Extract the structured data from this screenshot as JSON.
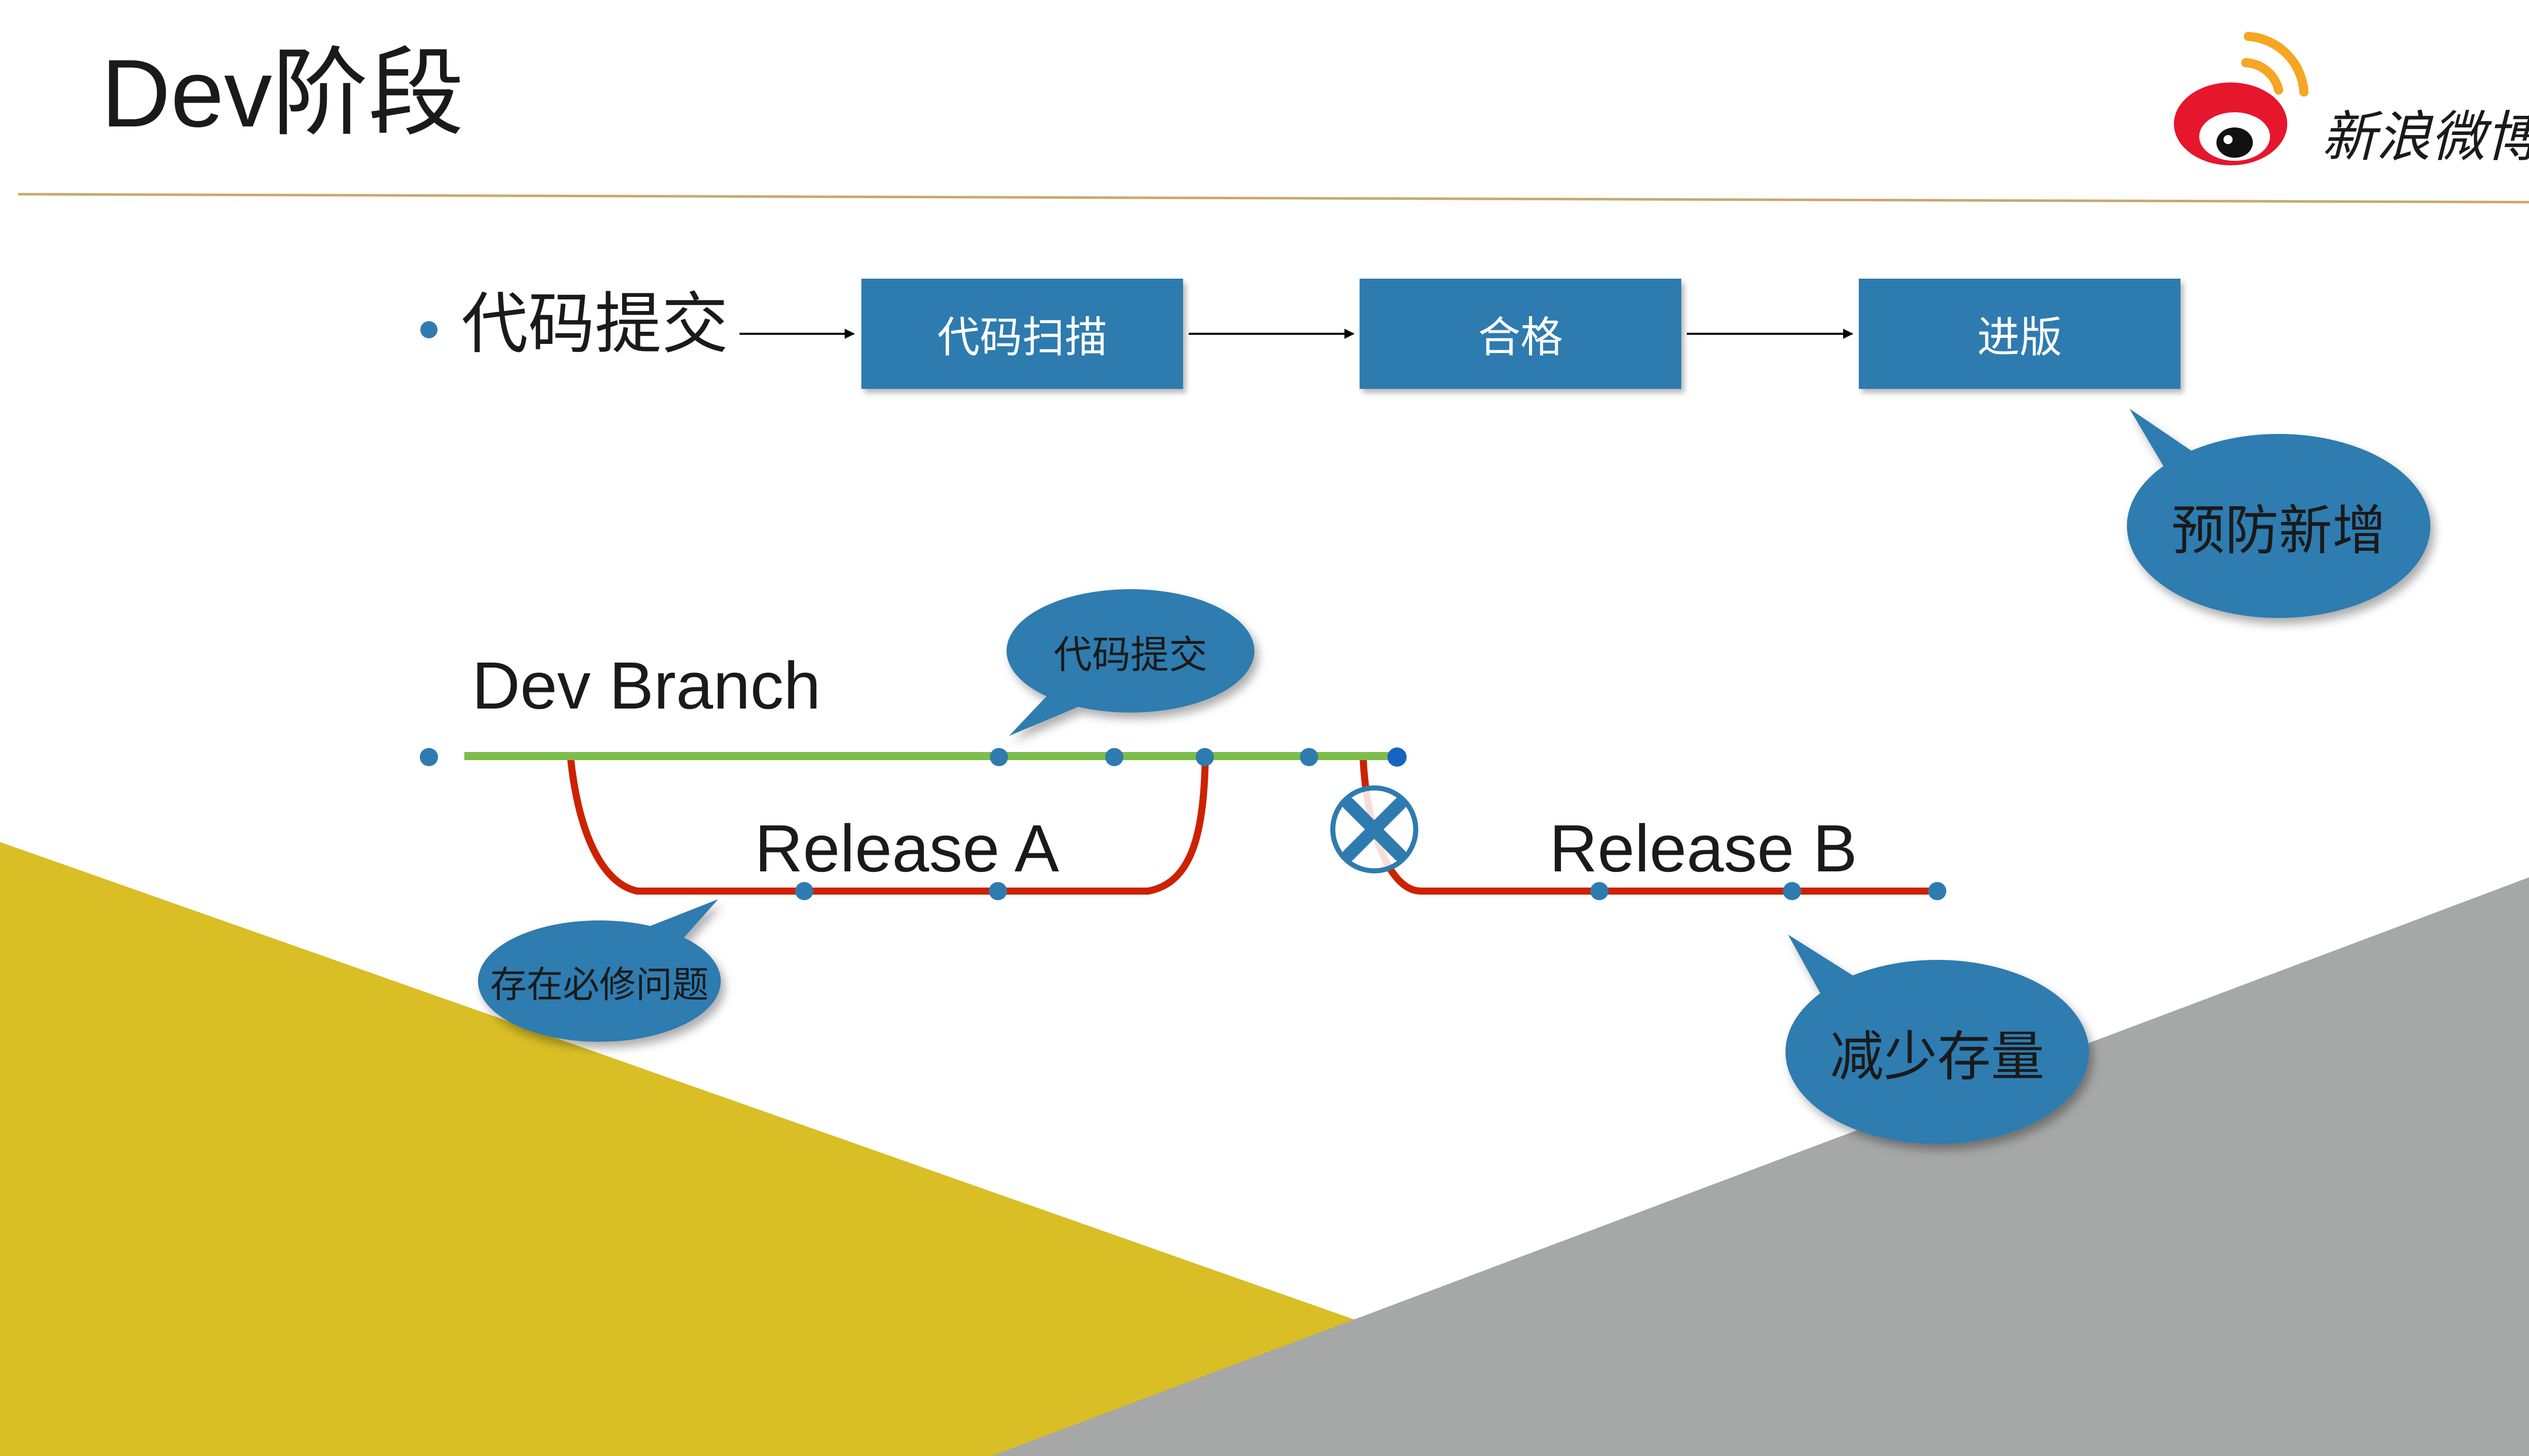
{
  "slide": {
    "title": "Dev阶段",
    "logo_text": "新浪微博",
    "bullet_text": "代码提交",
    "flow_boxes": [
      {
        "label": "代码扫描"
      },
      {
        "label": "合格"
      },
      {
        "label": "进版"
      }
    ],
    "branches": {
      "dev": "Dev Branch",
      "release_a": "Release A",
      "release_b": "Release B"
    },
    "callouts": {
      "prevent": "预防新增",
      "commit": "代码提交",
      "must_fix": "存在必修问题",
      "reduce": "减少存量"
    }
  },
  "colors": {
    "box": "#2e7bb0",
    "bubble": "#2e7bb0",
    "node": "#2e7bb0",
    "dev_line": "#7cbd48",
    "release_line": "#cc2200",
    "yellow": "#d9be25",
    "gray": "#a6a7a7",
    "rule": "#c8a96b",
    "logo_red": "#e6162d",
    "logo_orange": "#f5a623"
  }
}
